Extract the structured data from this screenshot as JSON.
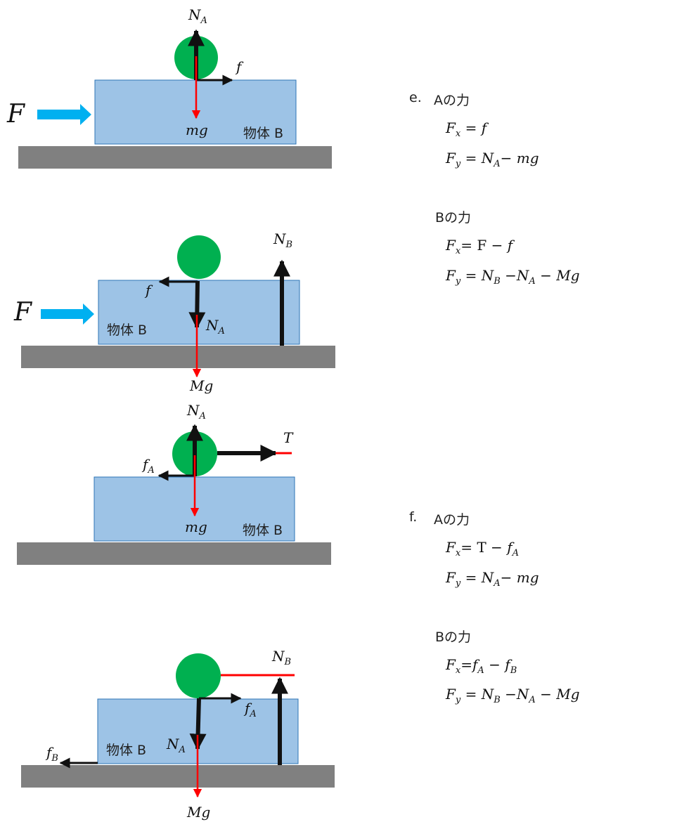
{
  "diagrams": {
    "body_label": "物体 B",
    "F_label": "F",
    "NA": "N",
    "NA_sub": "A",
    "NB": "N",
    "NB_sub": "B",
    "f": "f",
    "fA": "f",
    "fA_sub": "A",
    "fB": "f",
    "fB_sub": "B",
    "mg": "mg",
    "Mg": "Mg",
    "T": "T"
  },
  "colors": {
    "ball": "#00b050",
    "block": "#9dc3e6",
    "block_edge": "#2e75b6",
    "ground": "#808080",
    "push_arrow": "#00b0f0",
    "red": "#ff0000",
    "black": "#111111"
  },
  "answers": {
    "e": {
      "label": "e.",
      "a_header": "Aの力",
      "a_fx": {
        "lhs": "F",
        "lhs_sub": "x",
        "rhs": "f"
      },
      "a_fy": {
        "lhs": "F",
        "lhs_sub": "y",
        "rhs1": "N",
        "rhs1_sub": "A",
        "rhs2": "mg"
      },
      "b_header": "Bの力",
      "b_fx": {
        "lhs": "F",
        "lhs_sub": "x",
        "rhs1": "F",
        "rhs2": "f"
      },
      "b_fy": {
        "lhs": "F",
        "lhs_sub": "y",
        "t1": "N",
        "t1_sub": "B",
        "t2": "N",
        "t2_sub": "A",
        "t3": "Mg"
      }
    },
    "f": {
      "label": "f.",
      "a_header": "Aの力",
      "a_fx": {
        "lhs": "F",
        "lhs_sub": "x",
        "rhs1": "T",
        "rhs2": "f",
        "rhs2_sub": "A"
      },
      "a_fy": {
        "lhs": "F",
        "lhs_sub": "y",
        "rhs1": "N",
        "rhs1_sub": "A",
        "rhs2": "mg"
      },
      "b_header": "Bの力",
      "b_fx": {
        "lhs": "F",
        "lhs_sub": "x",
        "rhs1": "f",
        "rhs1_sub": "A",
        "rhs2": "f",
        "rhs2_sub": "B"
      },
      "b_fy": {
        "lhs": "F",
        "lhs_sub": "y",
        "t1": "N",
        "t1_sub": "B",
        "t2": "N",
        "t2_sub": "A",
        "t3": "Mg"
      }
    }
  }
}
